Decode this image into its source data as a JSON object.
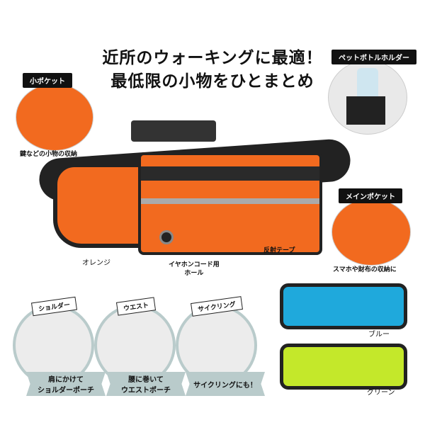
{
  "headline": {
    "line1": "近所のウォーキングに最適！",
    "line2": "最低限の小物をひとまとめ"
  },
  "callouts": {
    "small_pocket": {
      "tag": "小ポケット",
      "caption": "鍵などの小物の収納"
    },
    "bottle_holder": {
      "tag": "ペットボトルホルダー"
    },
    "main_pocket": {
      "tag": "メインポケット",
      "caption": "スマホや財布の収納に"
    },
    "earphone_hole": {
      "line1": "イヤホンコード用",
      "line2": "ホール"
    },
    "reflective_tape": "反射テープ"
  },
  "colors": {
    "main": {
      "label": "オレンジ",
      "hex": "#f26a1f"
    },
    "variants": [
      {
        "label": "ブルー",
        "hex": "#1fa9dc"
      },
      {
        "label": "グリーン",
        "hex": "#c4e82a"
      }
    ]
  },
  "usage": [
    {
      "banner": "ショルダー",
      "line1": "肩にかけて",
      "line2": "ショルダーポーチ"
    },
    {
      "banner": "ウエスト",
      "line1": "腰に巻いて",
      "line2": "ウエストポーチ"
    },
    {
      "banner": "サイクリング",
      "line1": "サイクリングにも！",
      "line2": ""
    }
  ]
}
